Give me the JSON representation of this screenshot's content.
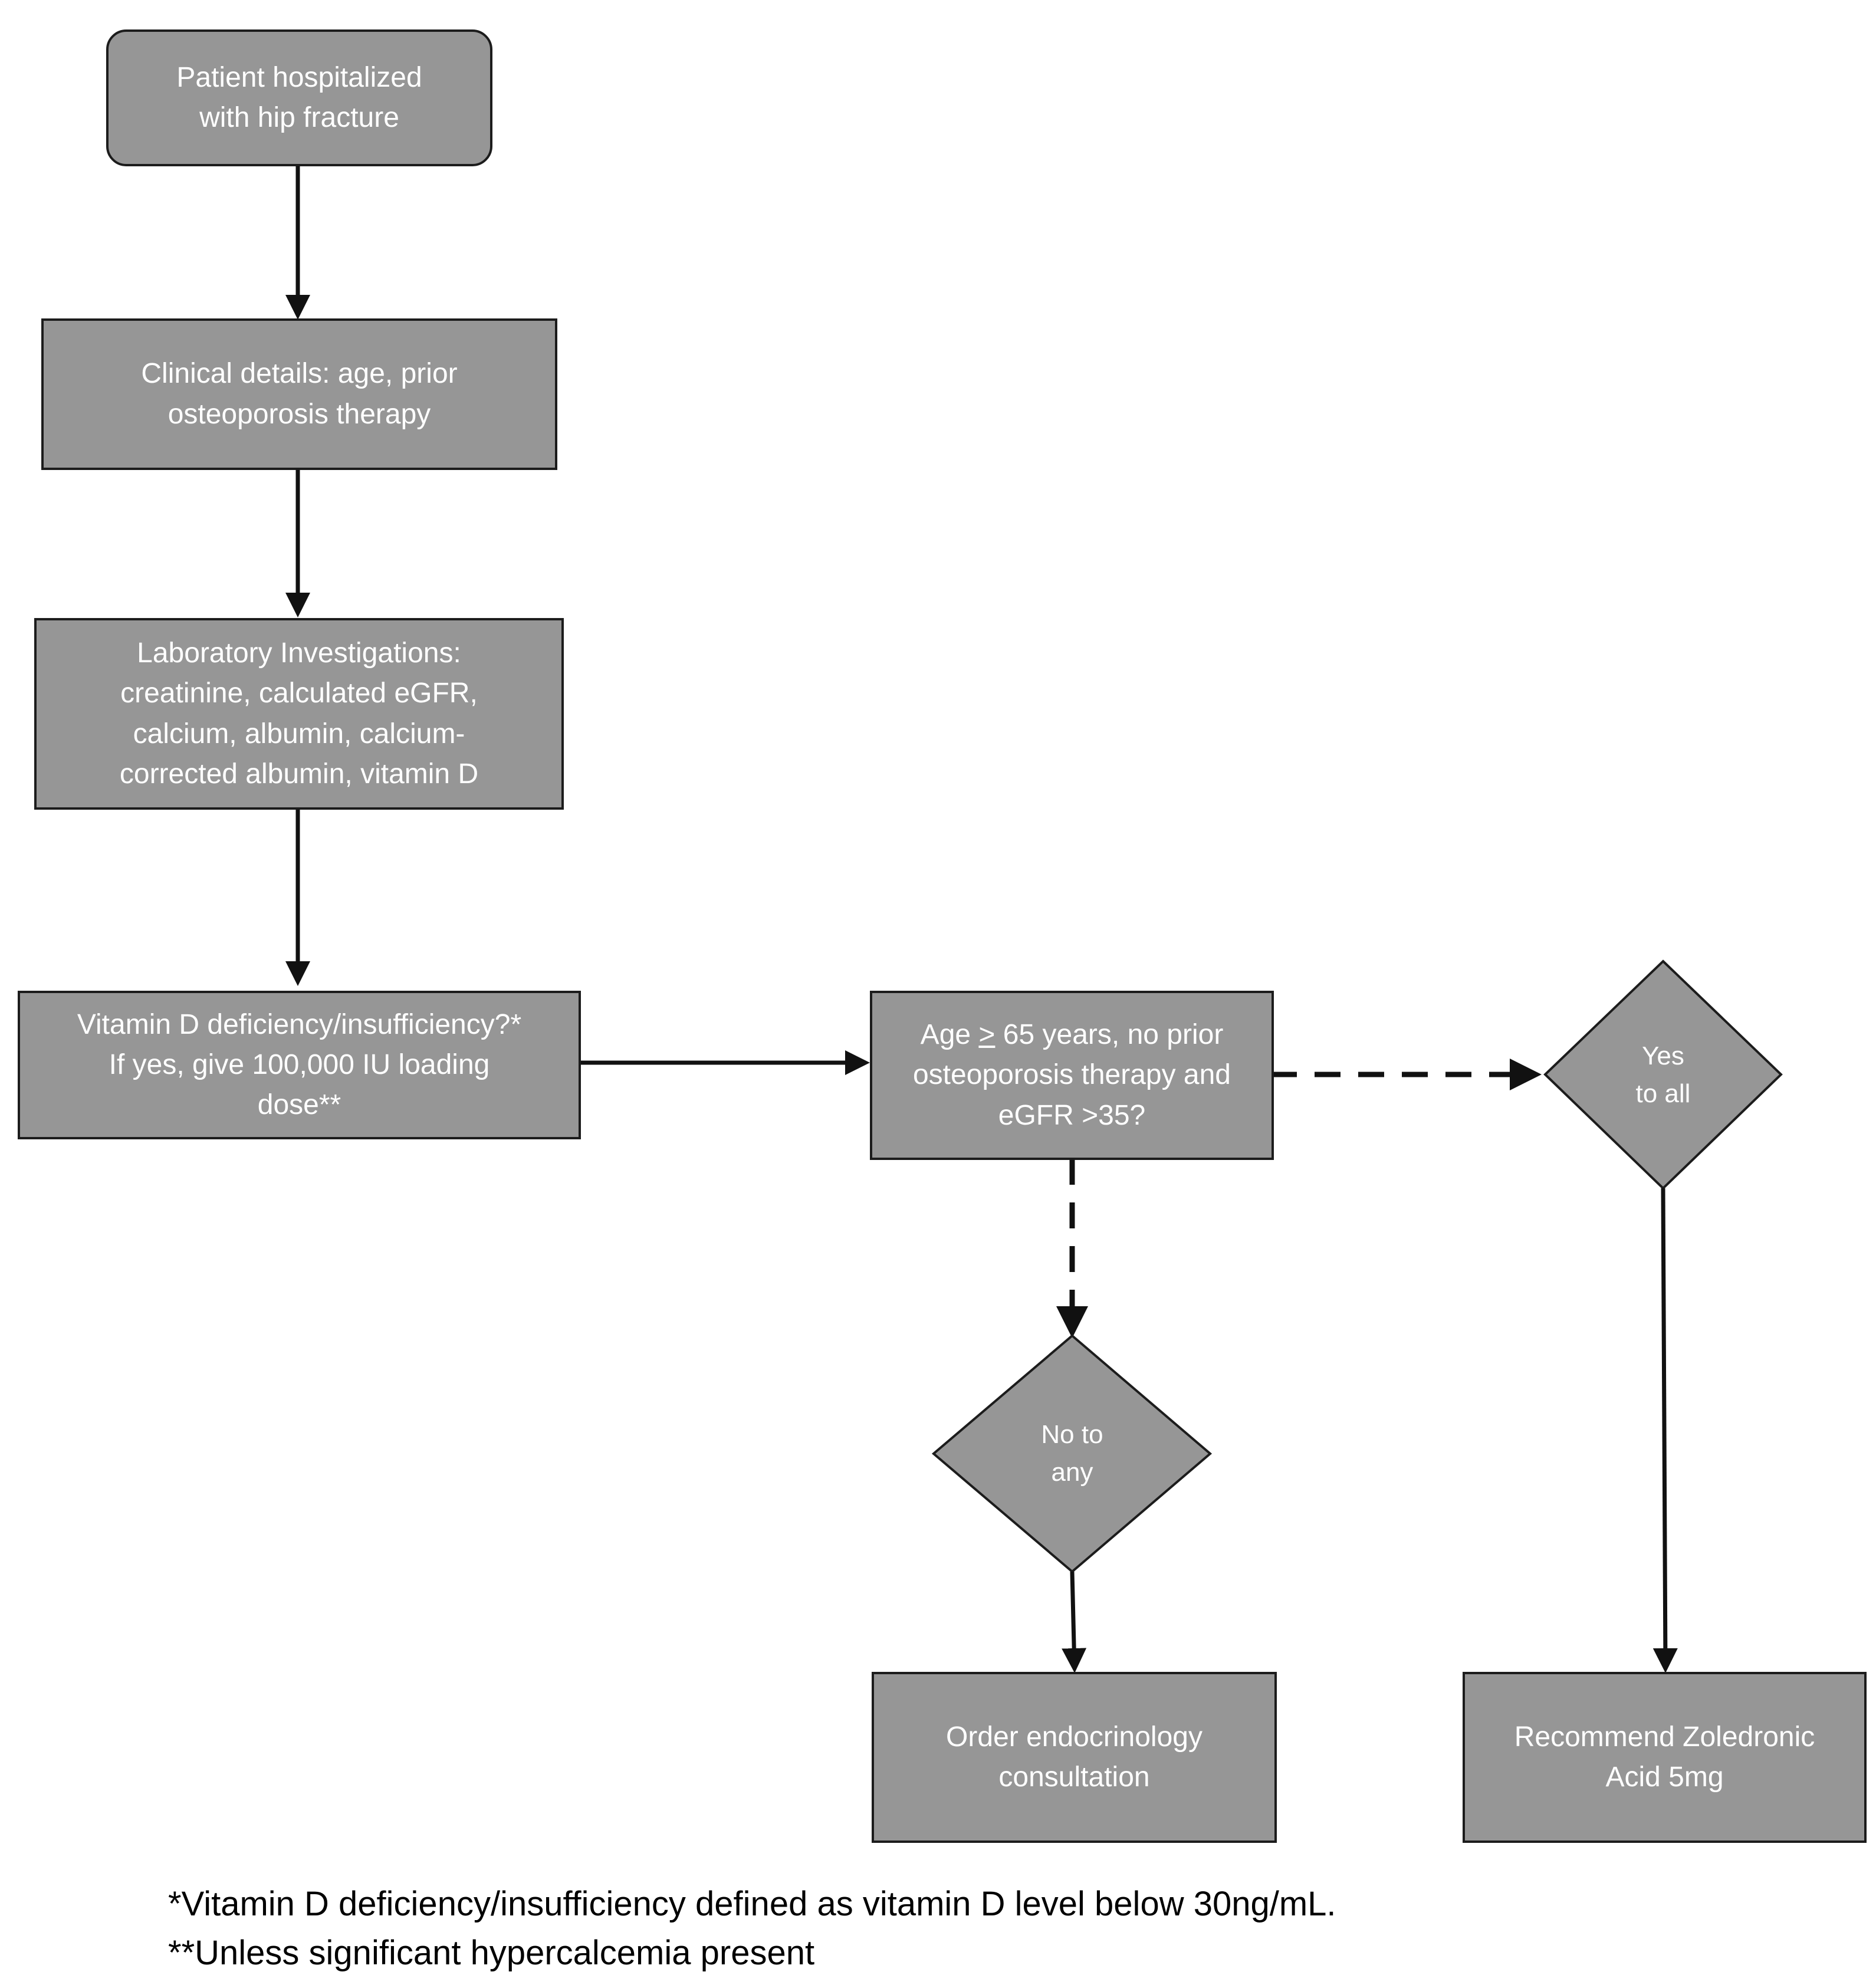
{
  "flowchart": {
    "start": {
      "text": "Patient hospitalized\nwith hip fracture"
    },
    "clinical_details": {
      "text": "Clinical details: age, prior\nosteoporosis therapy"
    },
    "lab_investigations": {
      "text": "Laboratory Investigations:\ncreatinine, calculated eGFR,\ncalcium, albumin, calcium-\ncorrected albumin, vitamin D"
    },
    "vitamin_d_check": {
      "text": "Vitamin D deficiency/insufficiency?*\nIf yes, give 100,000 IU loading\ndose**"
    },
    "criteria_check": {
      "prefix": "Age ",
      "symbol": ">",
      "rest": " 65 years,  no prior\nosteoporosis therapy and\neGFR >35?"
    },
    "yes_decision": {
      "text": "Yes\nto all"
    },
    "no_decision": {
      "text": "No to\nany"
    },
    "endocrinology": {
      "text": "Order endocrinology\nconsultation"
    },
    "zoledronic": {
      "text": "Recommend Zoledronic\nAcid 5mg"
    }
  },
  "footnotes": {
    "note1": "*Vitamin D deficiency/insufficiency defined as vitamin D level below 30ng/mL.",
    "note2": "**Unless significant hypercalcemia present"
  },
  "colors": {
    "node_fill": "#969696",
    "node_border": "#1c1c1c",
    "node_text": "#ffffff",
    "arrow": "#111111"
  }
}
